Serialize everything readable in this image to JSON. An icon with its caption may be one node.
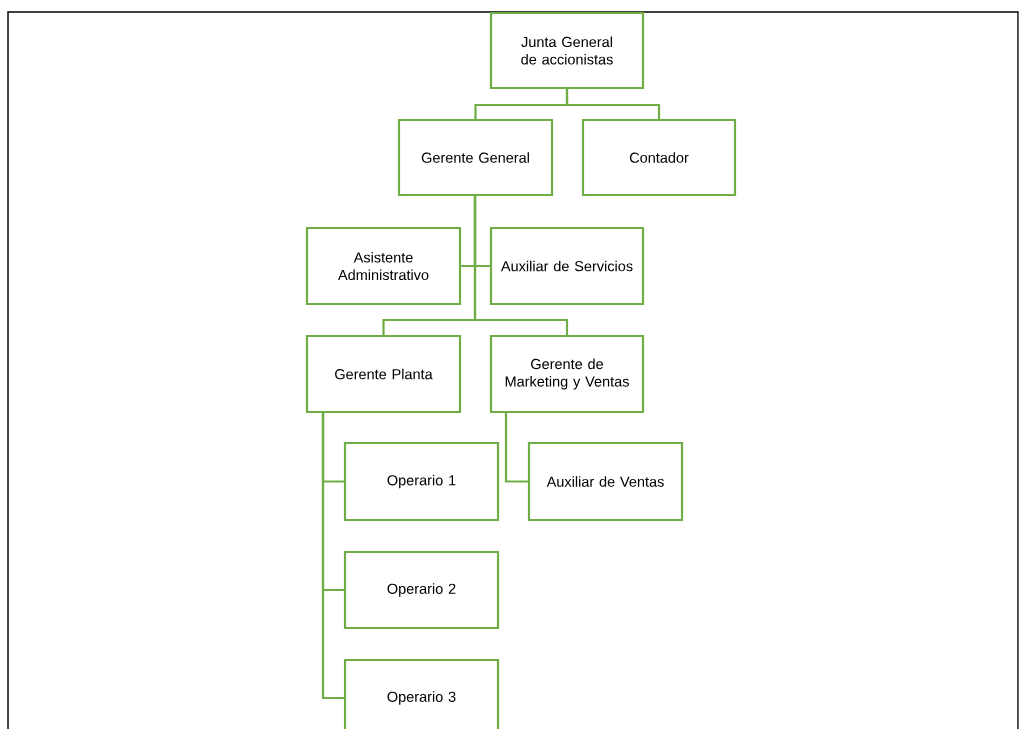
{
  "diagram": {
    "nodes": [
      {
        "text": [
          "Junta General de accionistas"
        ]
      },
      {
        "text": [
          "Gerente General"
        ]
      },
      {
        "text": [
          "Contador"
        ]
      },
      {
        "text": [
          "Asistente Administrativo"
        ]
      },
      {
        "text": [
          "Auxiliar de Servicios"
        ]
      },
      {
        "text": [
          "Gerente Planta"
        ]
      },
      {
        "text": [
          "Gerente de Marketing y Ventas"
        ]
      },
      {
        "text": [
          "Operario 1"
        ]
      },
      {
        "text": [
          "Auxiliar de Ventas"
        ]
      },
      {
        "text": [
          "Operario 2"
        ]
      },
      {
        "text": [
          "Operario 3"
        ]
      }
    ],
    "edges": [
      {
        "from": 0,
        "to": 1,
        "arrow": "none"
      },
      {
        "from": 0,
        "to": 2,
        "arrow": "none"
      },
      {
        "from": 1,
        "to": 3,
        "arrow": "none"
      },
      {
        "from": 1,
        "to": 4,
        "arrow": "none"
      },
      {
        "from": 1,
        "to": 5,
        "arrow": "none"
      },
      {
        "from": 1,
        "to": 6,
        "arrow": "none"
      },
      {
        "from": 5,
        "to": 7,
        "arrow": "none"
      },
      {
        "from": 5,
        "to": 9,
        "arrow": "none"
      },
      {
        "from": 5,
        "to": 10,
        "arrow": "none"
      },
      {
        "from": 6,
        "to": 8,
        "arrow": "none"
      }
    ]
  }
}
